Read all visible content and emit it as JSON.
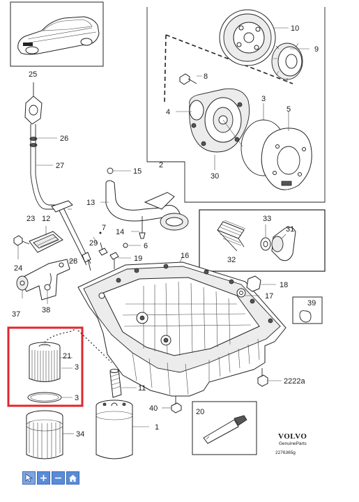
{
  "callouts": {
    "c1": "1",
    "c2": "2",
    "c3": "3",
    "c3b": "3",
    "c3c": "3",
    "c4": "4",
    "c5": "5",
    "c6": "6",
    "c7": "7",
    "c8": "8",
    "c9": "9",
    "c10": "10",
    "c11": "11",
    "c12": "12",
    "c13": "13",
    "c14": "14",
    "c15": "15",
    "c16": "16",
    "c17": "17",
    "c18": "18",
    "c19": "19",
    "c20": "20",
    "c21": "21",
    "c22": "2222a",
    "c23": "23",
    "c24": "24",
    "c25": "25",
    "c26": "26",
    "c27": "27",
    "c28": "28",
    "c29": "29",
    "c30": "30",
    "c31": "31",
    "c32": "32",
    "c33": "33",
    "c34": "34",
    "c37": "37",
    "c38": "38",
    "c39": "39",
    "c40": "40"
  },
  "brand": {
    "name": "VOLVO",
    "tagline": "GenuineParts",
    "code": "2276365g"
  },
  "highlight_color": "#e0262e",
  "toolbar": {
    "buttons": [
      {
        "icon": "cursor-icon"
      },
      {
        "icon": "zoom-in-icon",
        "label": "+"
      },
      {
        "icon": "zoom-out-icon",
        "label": "−"
      },
      {
        "icon": "home-icon"
      }
    ]
  }
}
